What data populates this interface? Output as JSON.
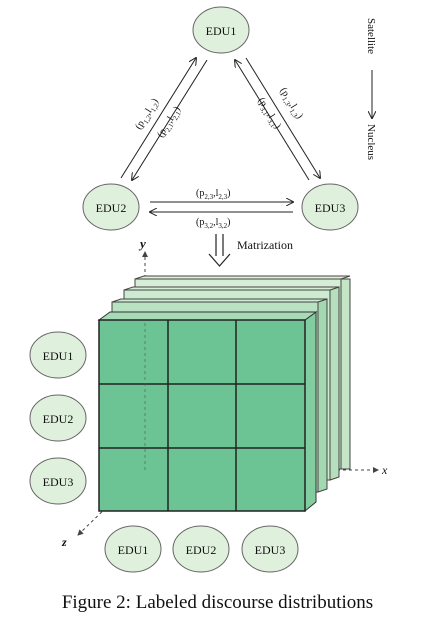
{
  "nodes": {
    "edu1": "EDU1",
    "edu2": "EDU2",
    "edu3": "EDU3"
  },
  "edge_labels": {
    "p12": {
      "main": "(p",
      "sub1": "1,2",
      "mid": ",l",
      "sub2": "1,2",
      "end": ")"
    },
    "p21": {
      "main": "(p",
      "sub1": "2,1",
      "mid": ",l",
      "sub2": "2,1",
      "end": ")"
    },
    "p13": {
      "main": "(p",
      "sub1": "1,3",
      "mid": ",l",
      "sub2": "1,3",
      "end": ")"
    },
    "p31": {
      "main": "(p",
      "sub1": "3,1",
      "mid": ",l",
      "sub2": "3,1",
      "end": ")"
    },
    "p23": {
      "main": "(p",
      "sub1": "2,3",
      "mid": ",l",
      "sub2": "2,3",
      "end": ")"
    },
    "p32": {
      "main": "(p",
      "sub1": "3,2",
      "mid": ",l",
      "sub2": "3,2",
      "end": ")"
    }
  },
  "side_labels": {
    "satellite": "Satellite",
    "nucleus": "Nucleus"
  },
  "matrization": "Matrization",
  "axes": {
    "x": "x",
    "y": "y",
    "z": "z"
  },
  "row_labels": [
    "EDU1",
    "EDU2",
    "EDU3"
  ],
  "col_labels": [
    "EDU1",
    "EDU2",
    "EDU3"
  ],
  "caption": "Figure 2: Labeled discourse distributions",
  "colors": {
    "node_fill": "#dff1dc",
    "cube_front": "#6cc393",
    "cube_back": "#d6eed6",
    "line": "#222222"
  }
}
